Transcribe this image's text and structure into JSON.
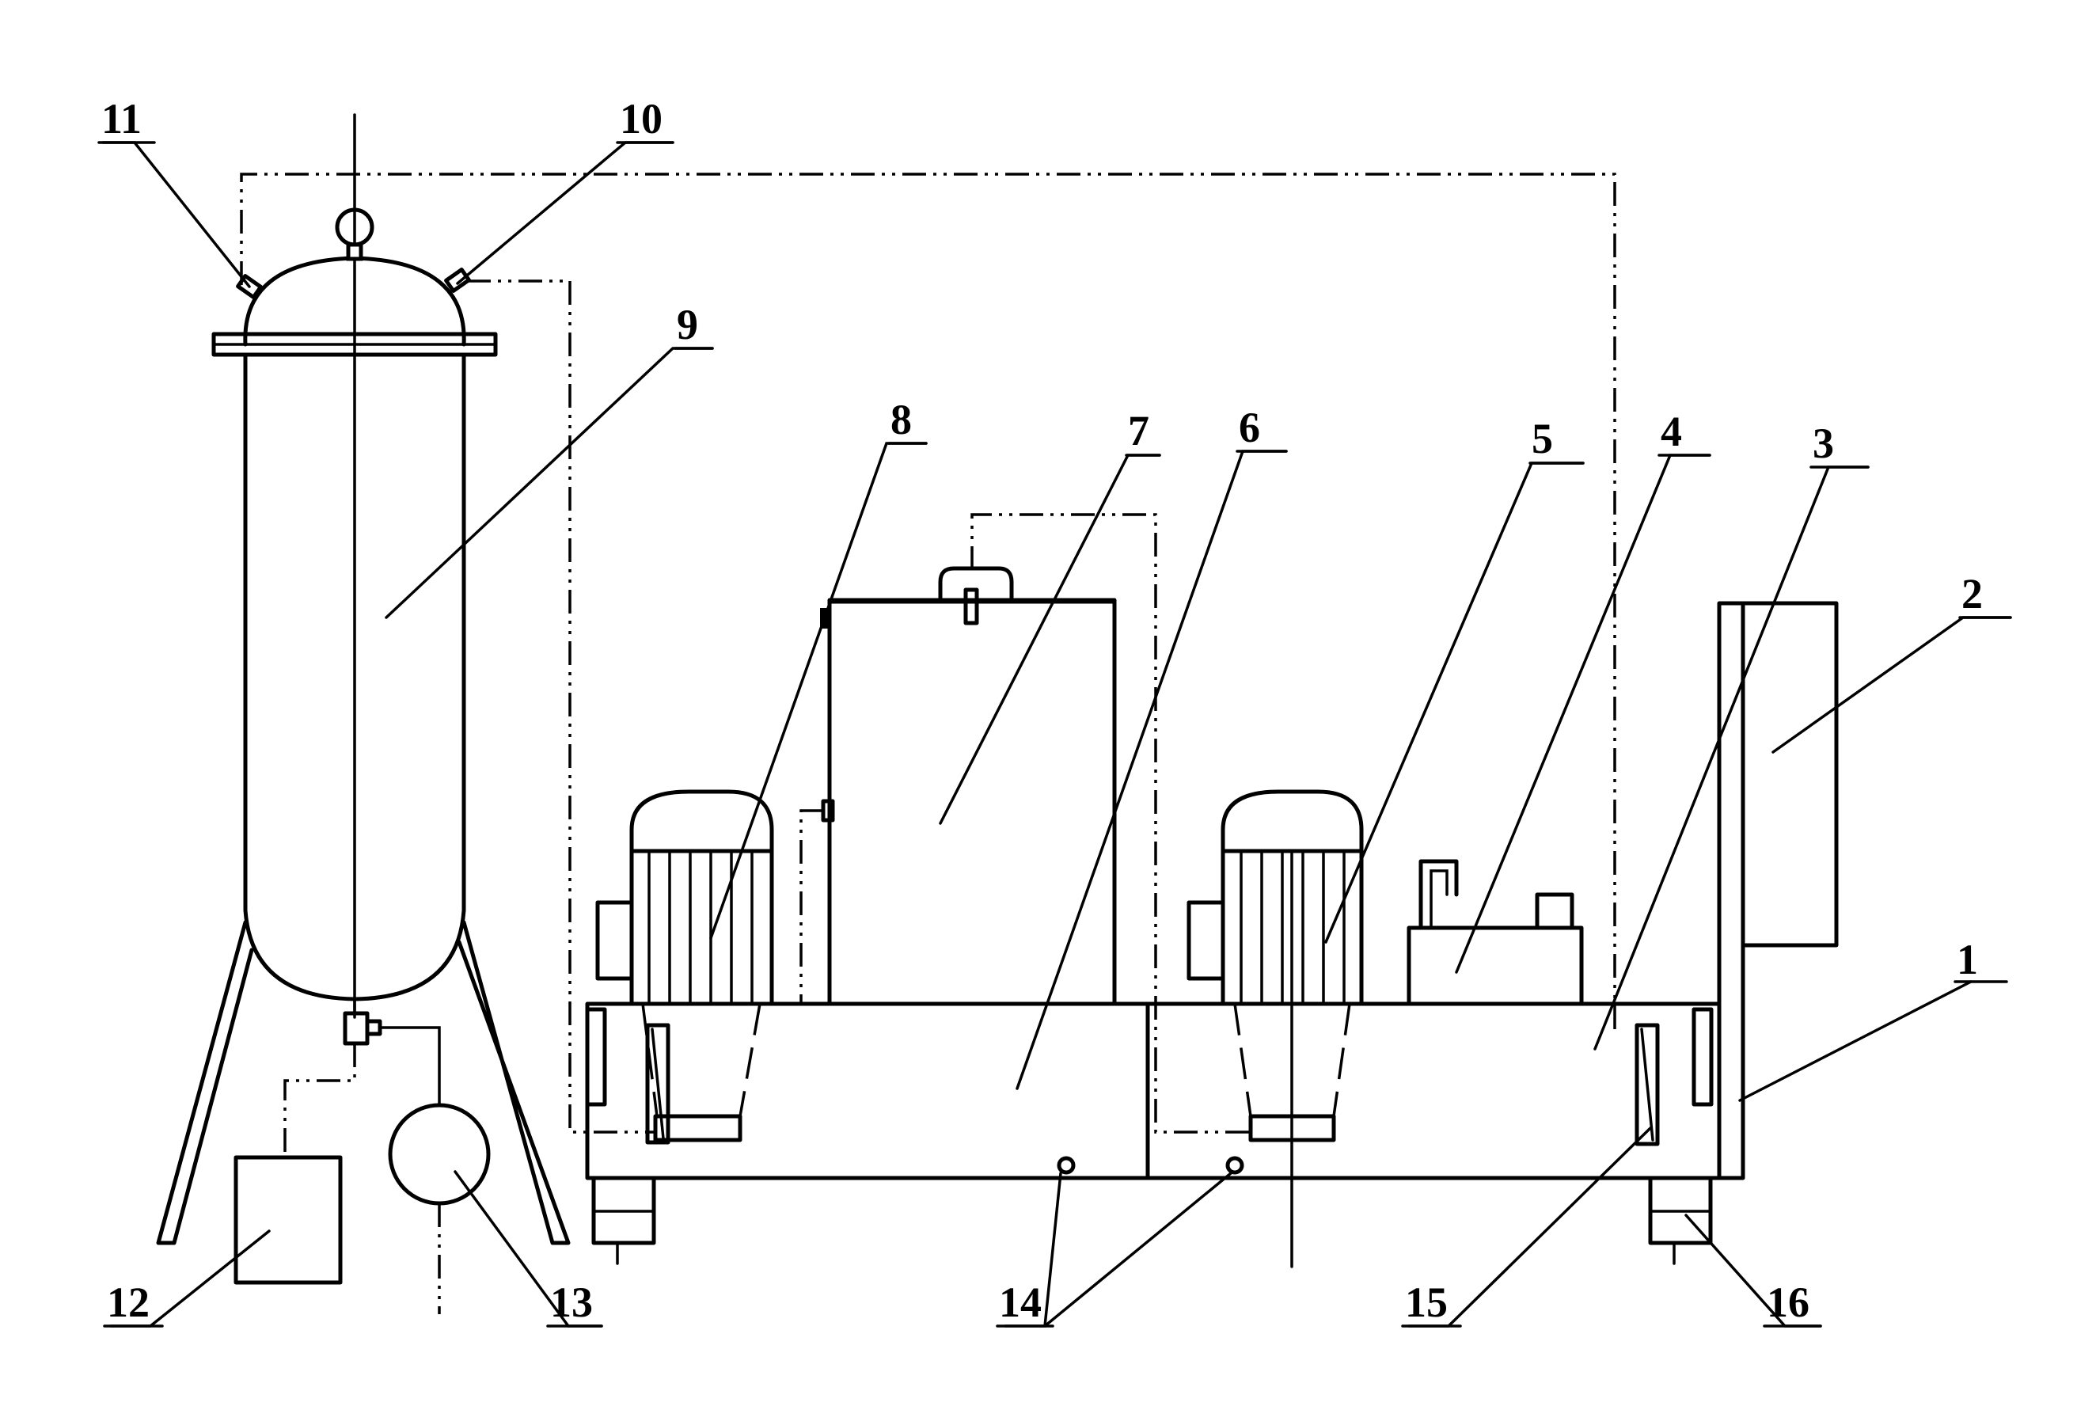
{
  "callouts": [
    {
      "id": "c1",
      "text": "1"
    },
    {
      "id": "c2",
      "text": "2"
    },
    {
      "id": "c3",
      "text": "3"
    },
    {
      "id": "c4",
      "text": "4"
    },
    {
      "id": "c5",
      "text": "5"
    },
    {
      "id": "c6",
      "text": "6"
    },
    {
      "id": "c7",
      "text": "7"
    },
    {
      "id": "c8",
      "text": "8"
    },
    {
      "id": "c9",
      "text": "9"
    },
    {
      "id": "c10",
      "text": "10"
    },
    {
      "id": "c11",
      "text": "11"
    },
    {
      "id": "c12",
      "text": "12"
    },
    {
      "id": "c13",
      "text": "13"
    },
    {
      "id": "c14",
      "text": "14"
    },
    {
      "id": "c15",
      "text": "15"
    },
    {
      "id": "c16",
      "text": "16"
    }
  ],
  "colors": {
    "ink": "#000000",
    "paper": "#ffffff"
  }
}
